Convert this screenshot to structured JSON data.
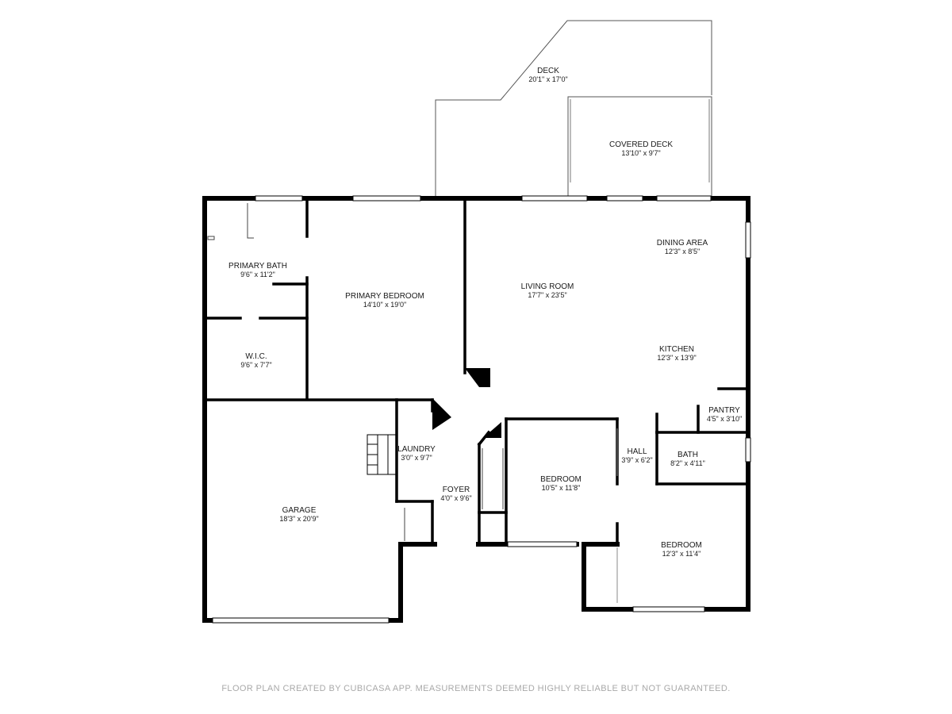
{
  "rooms": {
    "deck": {
      "name": "DECK",
      "dim": "20'1\" x 17'0\""
    },
    "covered_deck": {
      "name": "COVERED DECK",
      "dim": "13'10\" x 9'7\""
    },
    "primary_bath": {
      "name": "PRIMARY BATH",
      "dim": "9'6\" x 11'2\""
    },
    "primary_bedroom": {
      "name": "PRIMARY BEDROOM",
      "dim": "14'10\" x 19'0\""
    },
    "wic": {
      "name": "W.I.C.",
      "dim": "9'6\" x 7'7\""
    },
    "living_room": {
      "name": "LIVING ROOM",
      "dim": "17'7\" x 23'5\""
    },
    "dining_area": {
      "name": "DINING AREA",
      "dim": "12'3\" x 8'5\""
    },
    "kitchen": {
      "name": "KITCHEN",
      "dim": "12'3\" x 13'9\""
    },
    "pantry": {
      "name": "PANTRY",
      "dim": "4'5\" x 3'10\""
    },
    "laundry": {
      "name": "LAUNDRY",
      "dim": "3'0\" x 9'7\""
    },
    "foyer": {
      "name": "FOYER",
      "dim": "4'0\" x 9'6\""
    },
    "bedroom_1": {
      "name": "BEDROOM",
      "dim": "10'5\" x 11'8\""
    },
    "hall": {
      "name": "HALL",
      "dim": "3'9\" x 6'2\""
    },
    "bath": {
      "name": "BATH",
      "dim": "8'2\" x 4'11\""
    },
    "bedroom_2": {
      "name": "BEDROOM",
      "dim": "12'3\" x 11'4\""
    },
    "garage": {
      "name": "GARAGE",
      "dim": "18'3\" x 20'9\""
    }
  },
  "footer": {
    "text": "FLOOR PLAN CREATED BY CUBICASA APP. MEASUREMENTS DEEMED HIGHLY RELIABLE BUT NOT GUARANTEED."
  },
  "colors": {
    "wall": "#000000",
    "footer_text": "#a9a9a9",
    "background": "#ffffff"
  }
}
